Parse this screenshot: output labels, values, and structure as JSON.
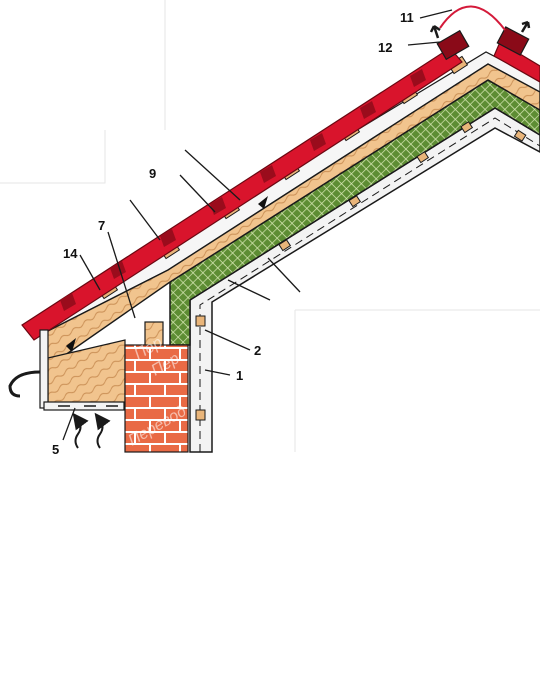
{
  "callouts": {
    "n1": "1",
    "n2": "2",
    "n5": "5",
    "n7": "7",
    "n9": "9",
    "n11": "11",
    "n12": "12",
    "n14": "14"
  },
  "watermarks": [
    "Пер",
    "Пер",
    "Перевод"
  ],
  "colors": {
    "roof_tile": "#d9142c",
    "roof_tile_dark": "#9a0c1c",
    "wood": "#f1c48e",
    "wood_grain": "#c98e54",
    "insulation": "#6b9a3c",
    "insulation_mesh": "#d7e7b4",
    "brick": "#e96a45",
    "mortar": "#ffffff",
    "wall": "#f3f3f3",
    "outline": "#1a1a1a",
    "arc": "#d41a3a"
  },
  "icons": [
    "air-flow-arrow-icon",
    "vent-arrow-icon",
    "gutter-icon"
  ]
}
